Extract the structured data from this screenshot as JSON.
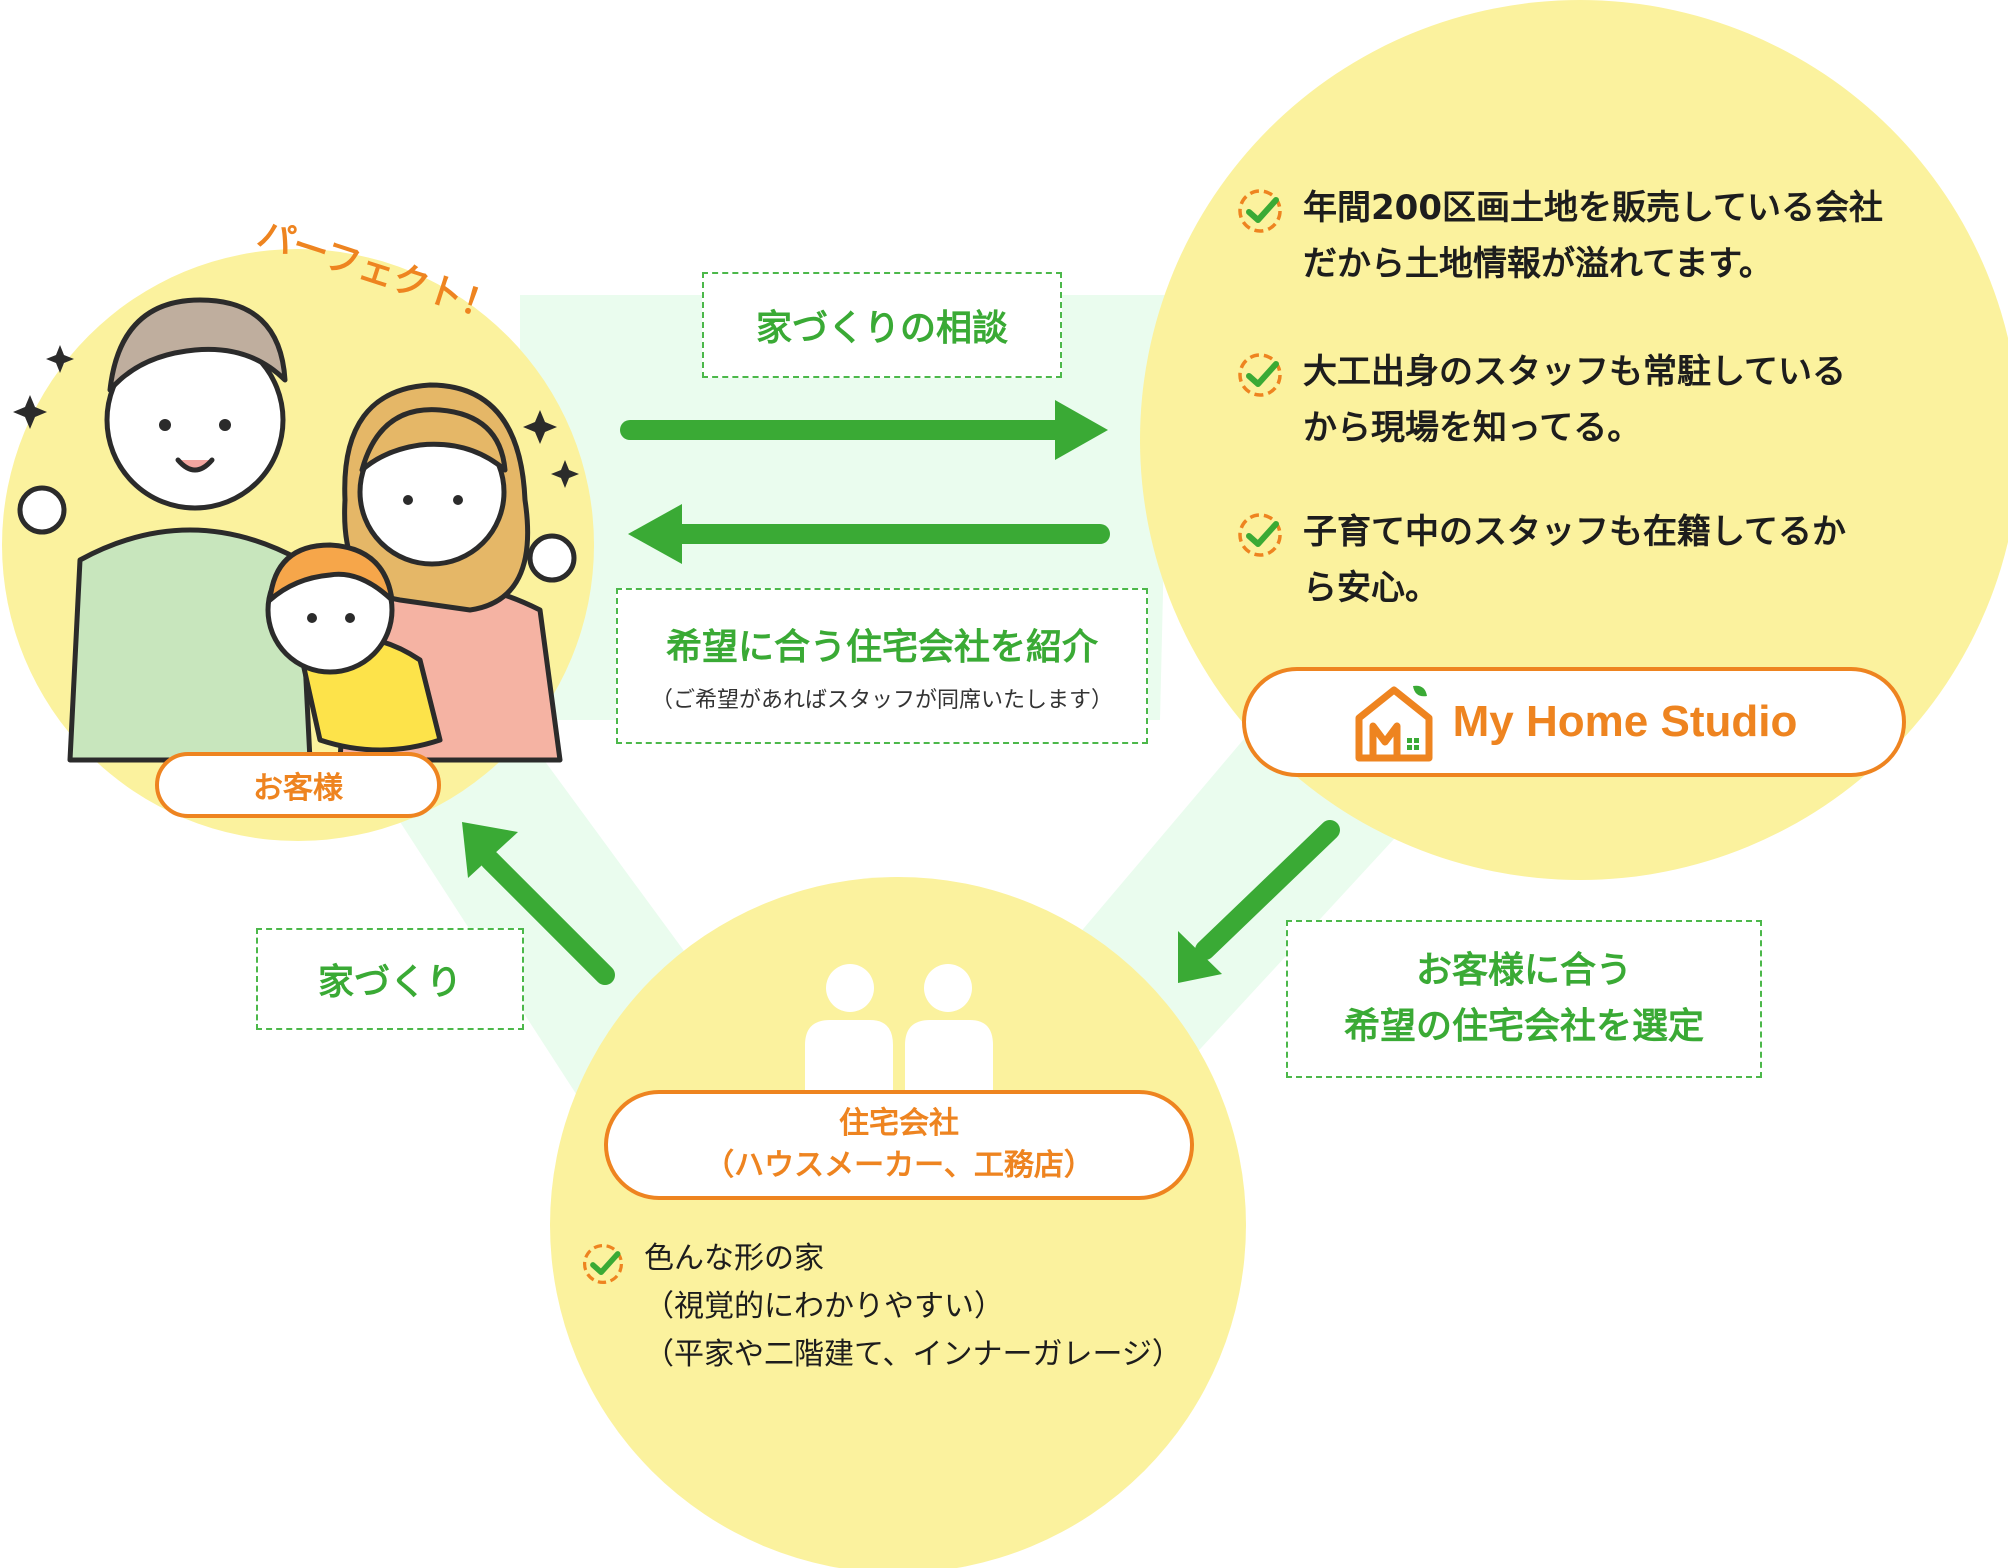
{
  "flow_labels": {
    "consult": "家づくりの相談",
    "introduce": "希望に合う住宅会社を紹介",
    "introduce_note": "（ご希望があればスタッフが同席いたします）",
    "select_line1": "お客様に合う",
    "select_line2": "希望の住宅会社を選定",
    "build": "家づくり"
  },
  "customer": {
    "label": "お客様",
    "catch": "パーフェクト！"
  },
  "studio": {
    "brand": "My Home Studio",
    "features": [
      "年間200区画土地を販売している会社\nだから土地情報が溢れてます。",
      "大工出身のスタッフも常駐している\nから現場を知ってる。",
      "子育て中のスタッフも在籍してるか\nら安心。"
    ]
  },
  "house_company": {
    "label_line1": "住宅会社",
    "label_line2": "（ハウスメーカー、工務店）",
    "features": [
      "色んな形の家\n（視覚的にわかりやすい）\n（平家や二階建て、インナーガレージ）"
    ]
  },
  "colors": {
    "yellow_circle": "#fbf29e",
    "connector_band": "#eafcee",
    "arrow_green": "#3aaa35",
    "accent_orange": "#ee8420"
  }
}
